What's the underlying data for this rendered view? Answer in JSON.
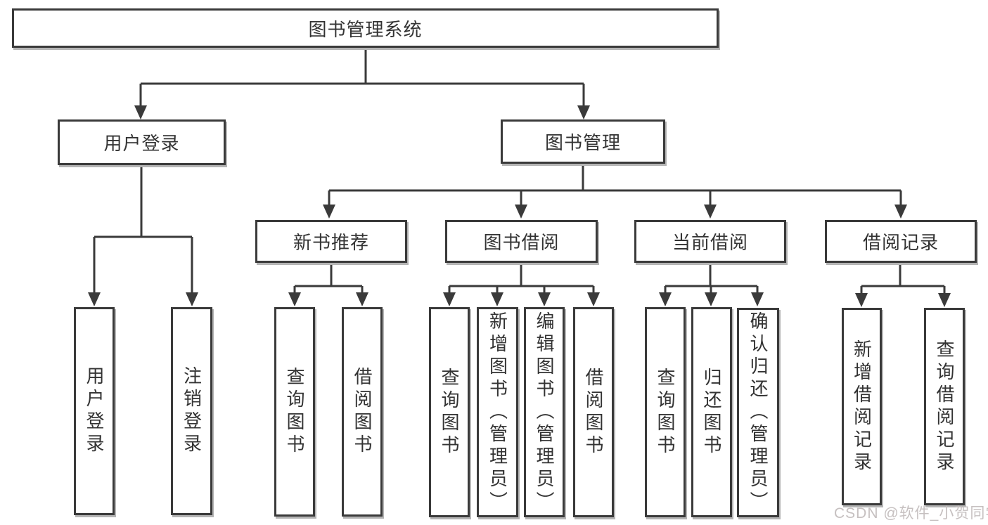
{
  "tree": {
    "root": {
      "label": "图书管理系统"
    },
    "branches": [
      {
        "label": "用户登录",
        "children": [
          "用户登录",
          "注销登录"
        ]
      },
      {
        "label": "图书管理",
        "groups": [
          {
            "label": "新书推荐",
            "children": [
              "查询图书",
              "借阅图书"
            ]
          },
          {
            "label": "图书借阅",
            "children": [
              "查询图书",
              "新增图书（管理员）",
              "编辑图书（管理员）",
              "借阅图书"
            ]
          },
          {
            "label": "当前借阅",
            "children": [
              "查询图书",
              "归还图书",
              "确认归还（管理员）"
            ]
          },
          {
            "label": "借阅记录",
            "children": [
              "新增借阅记录",
              "查询借阅记录"
            ]
          }
        ]
      }
    ]
  },
  "watermark": {
    "text": "CSDN @软件_小贺同学"
  },
  "colors": {
    "line": "#3a3a3a",
    "box_border": "#3a3a3a",
    "box_fill": "#ffffff",
    "text": "#333333",
    "shadow": "#b4b4b4",
    "watermark": "#c6c0c0",
    "background": "#ffffff"
  }
}
